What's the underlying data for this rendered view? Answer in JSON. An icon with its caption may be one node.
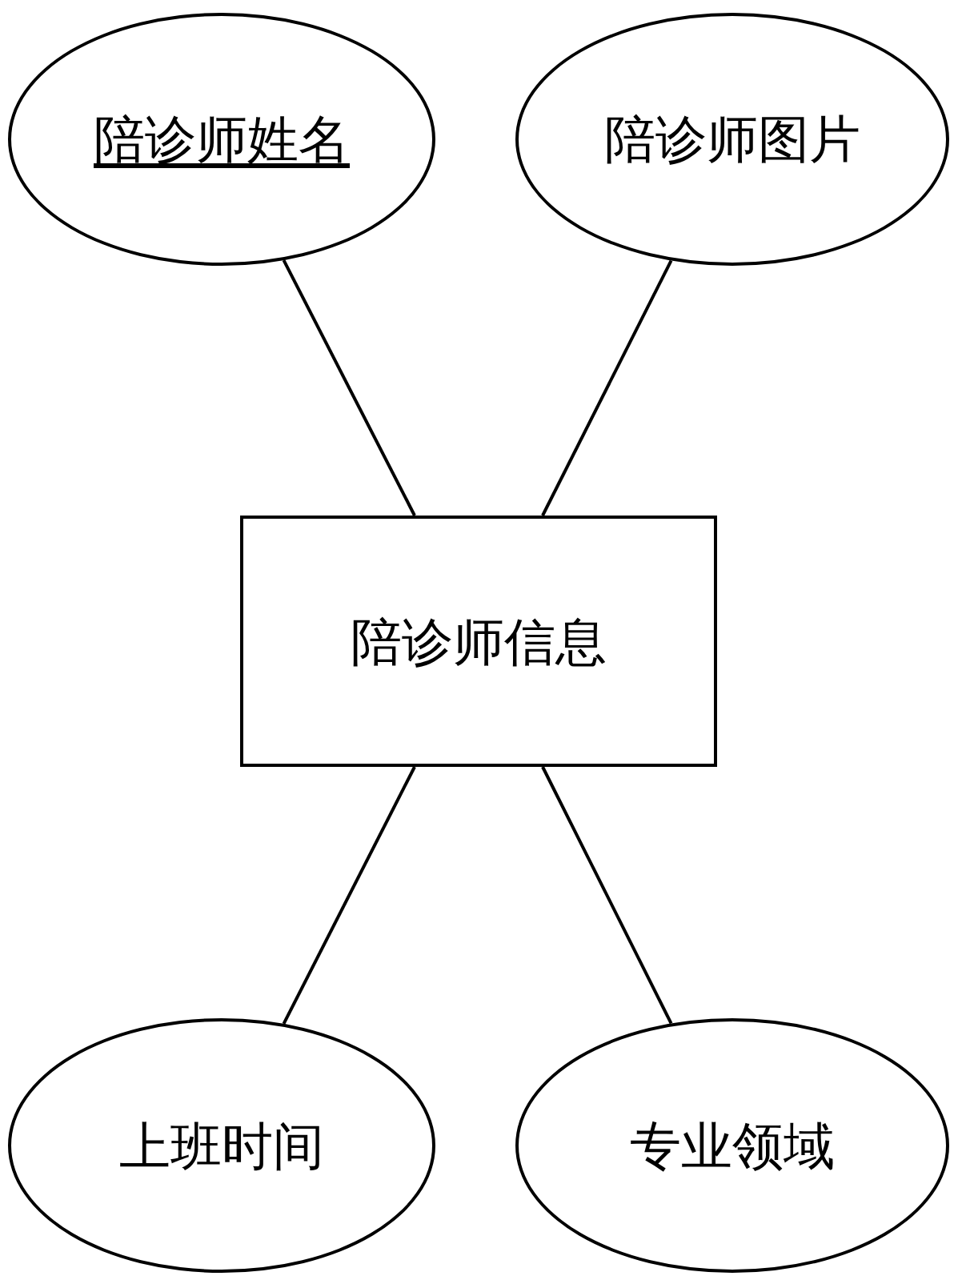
{
  "diagram": {
    "nodes": [
      {
        "text": [
          "陪诊师姓名"
        ]
      },
      {
        "text": [
          "陪诊师图片"
        ]
      },
      {
        "text": [
          "陪诊师信息"
        ]
      },
      {
        "text": [
          "上班时间"
        ]
      },
      {
        "text": [
          "专业领域"
        ]
      }
    ],
    "edges": [
      {
        "from": 0,
        "to": 2,
        "arrow": "none"
      },
      {
        "from": 1,
        "to": 2,
        "arrow": "none"
      },
      {
        "from": 2,
        "to": 3,
        "arrow": "none"
      },
      {
        "from": 2,
        "to": 4,
        "arrow": "none"
      }
    ]
  }
}
